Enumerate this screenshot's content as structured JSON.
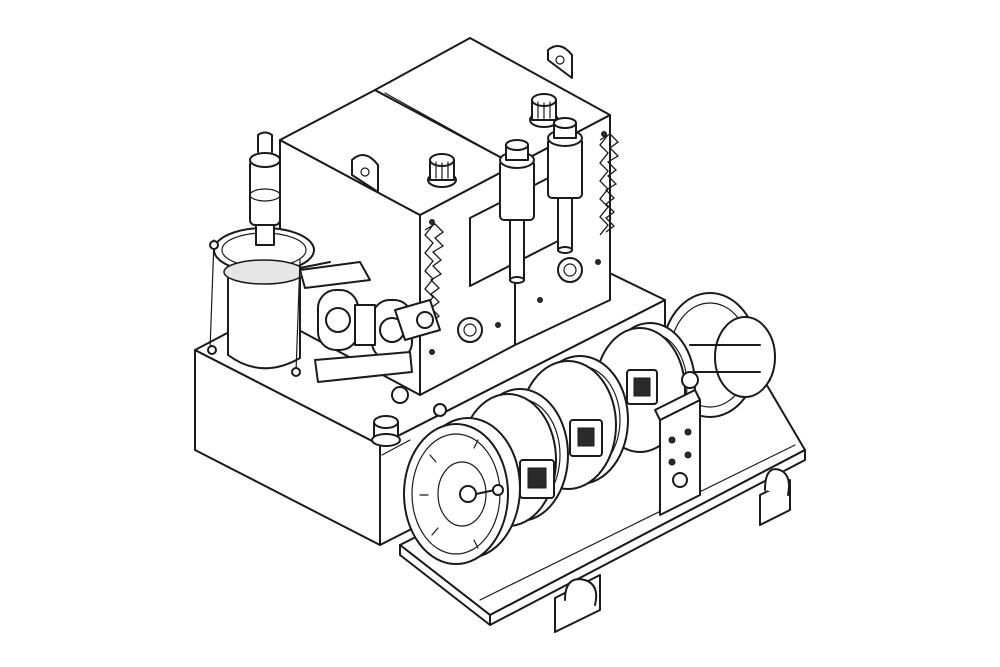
{
  "colors": {
    "line": "#1a1a1a",
    "background": "#ffffff",
    "shade": "#e6e6e6"
  },
  "components": {
    "tanks": 2,
    "pumps": 3,
    "hose_reels": 4
  }
}
